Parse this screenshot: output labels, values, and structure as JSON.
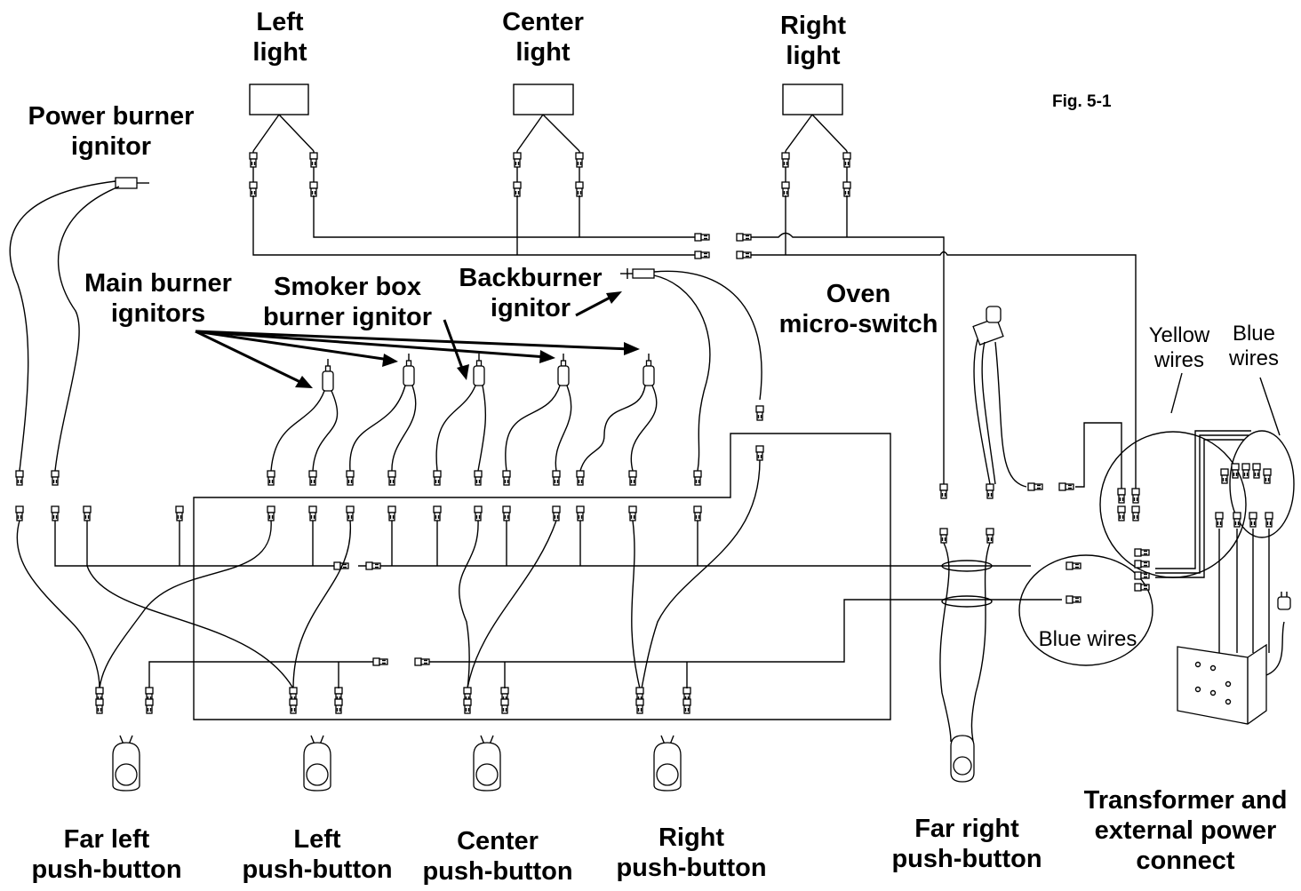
{
  "figure_label": "Fig. 5-1",
  "labels": {
    "left_light": "Left\nlight",
    "center_light": "Center\nlight",
    "right_light": "Right\nlight",
    "power_burner_ignitor": "Power burner\nignitor",
    "main_burner_ignitors": "Main burner\nignitors",
    "smoker_box_burner_ignitor": "Smoker box\nburner ignitor",
    "backburner_ignitor": "Backburner\nignitor",
    "oven_micro_switch": "Oven\nmicro-switch",
    "yellow_wires": "Yellow\nwires",
    "blue_wires_right": "Blue\nwires",
    "blue_wires_lower": "Blue wires",
    "far_left_push_button": "Far left\npush-button",
    "left_push_button": "Left\npush-button",
    "center_push_button": "Center\npush-button",
    "right_push_button": "Right\npush-button",
    "far_right_push_button": "Far right\npush-button",
    "transformer": "Transformer and\nexternal power\nconnect"
  }
}
